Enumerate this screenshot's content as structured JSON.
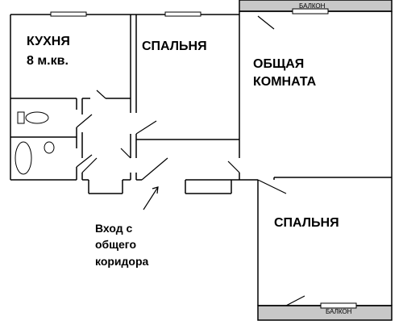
{
  "rooms": {
    "kitchen": {
      "name": "КУХНЯ",
      "area": "8 м.кв."
    },
    "bedroom_top": {
      "name": "СПАЛЬНЯ"
    },
    "common_room": {
      "line1": "ОБЩАЯ",
      "line2": "КОМНАТА"
    },
    "bedroom_bottom": {
      "name": "СПАЛЬНЯ"
    }
  },
  "balconies": {
    "top": "БАЛКОН",
    "bottom": "БАЛКОН"
  },
  "entrance": {
    "line1": "Вход  с",
    "line2": "общего",
    "line3": "коридора"
  },
  "colors": {
    "balcony": "#c8c8c8",
    "wall": "#000000",
    "background": "#ffffff"
  }
}
